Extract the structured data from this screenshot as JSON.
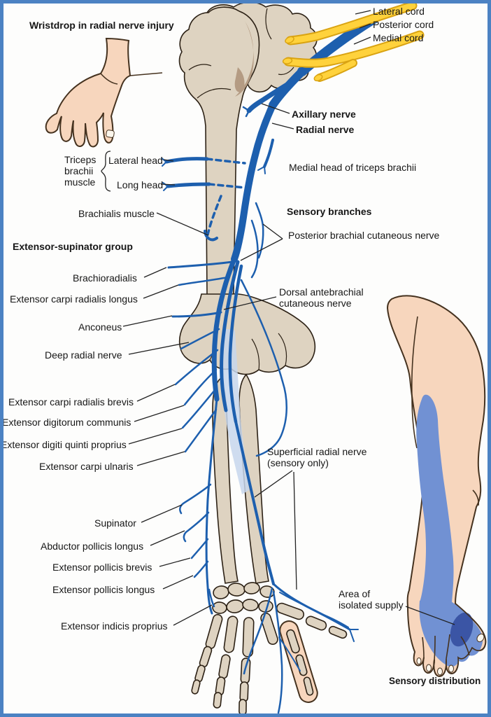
{
  "figure": {
    "title": "Radial nerve anatomy diagram",
    "colors": {
      "border": "#4c82c3",
      "nerve": "#1d5fae",
      "cord": "#ffd23c",
      "cord_dark": "#d9a312",
      "bone": "#ded3c1",
      "bone_line": "#2c2115",
      "skin": "#f7d6bd",
      "skin_line": "#45321f",
      "sensory": "#7191d3",
      "isolated": "#3b55a5",
      "shading": "#b49b83",
      "leader": "#222222",
      "text": "#161616"
    }
  },
  "labels": {
    "wristdrop_title": "Wristdrop in radial nerve injury",
    "lateral_cord": "Lateral cord",
    "posterior_cord": "Posterior cord",
    "medial_cord": "Medial cord",
    "axillary_nerve": "Axillary nerve",
    "radial_nerve": "Radial nerve",
    "triceps_1": "Triceps",
    "triceps_2": "brachii",
    "triceps_3": "muscle",
    "lateral_head": "Lateral head",
    "long_head": "Long head",
    "medial_head_triceps": "Medial head of triceps brachii",
    "brachialis_muscle": "Brachialis muscle",
    "sensory_branches": "Sensory branches",
    "posterior_brachial_cutaneous": "Posterior brachial cutaneous nerve",
    "extensor_supinator_group": "Extensor-supinator group",
    "brachioradialis": "Brachioradialis",
    "extensor_carpi_radialis_longus": "Extensor carpi radialis longus",
    "dorsal_antebrachial_1": "Dorsal antebrachial",
    "dorsal_antebrachial_2": "cutaneous nerve",
    "anconeus": "Anconeus",
    "deep_radial_nerve": "Deep radial nerve",
    "extensor_carpi_radialis_brevis": "Extensor carpi radialis brevis",
    "extensor_digitorum_communis": "Extensor digitorum communis",
    "extensor_digiti_quinti_proprius": "Extensor digiti quinti proprius",
    "extensor_carpi_ulnaris": "Extensor carpi ulnaris",
    "supinator": "Supinator",
    "abductor_pollicis_longus": "Abductor pollicis longus",
    "extensor_pollicis_brevis": "Extensor pollicis brevis",
    "extensor_pollicis_longus": "Extensor pollicis longus",
    "extensor_indicis_proprius": "Extensor indicis proprius",
    "superficial_radial_1": "Superficial radial nerve",
    "superficial_radial_2": "(sensory only)",
    "area_isolated_1": "Area of",
    "area_isolated_2": "isolated supply",
    "sensory_distribution": "Sensory distribution"
  }
}
